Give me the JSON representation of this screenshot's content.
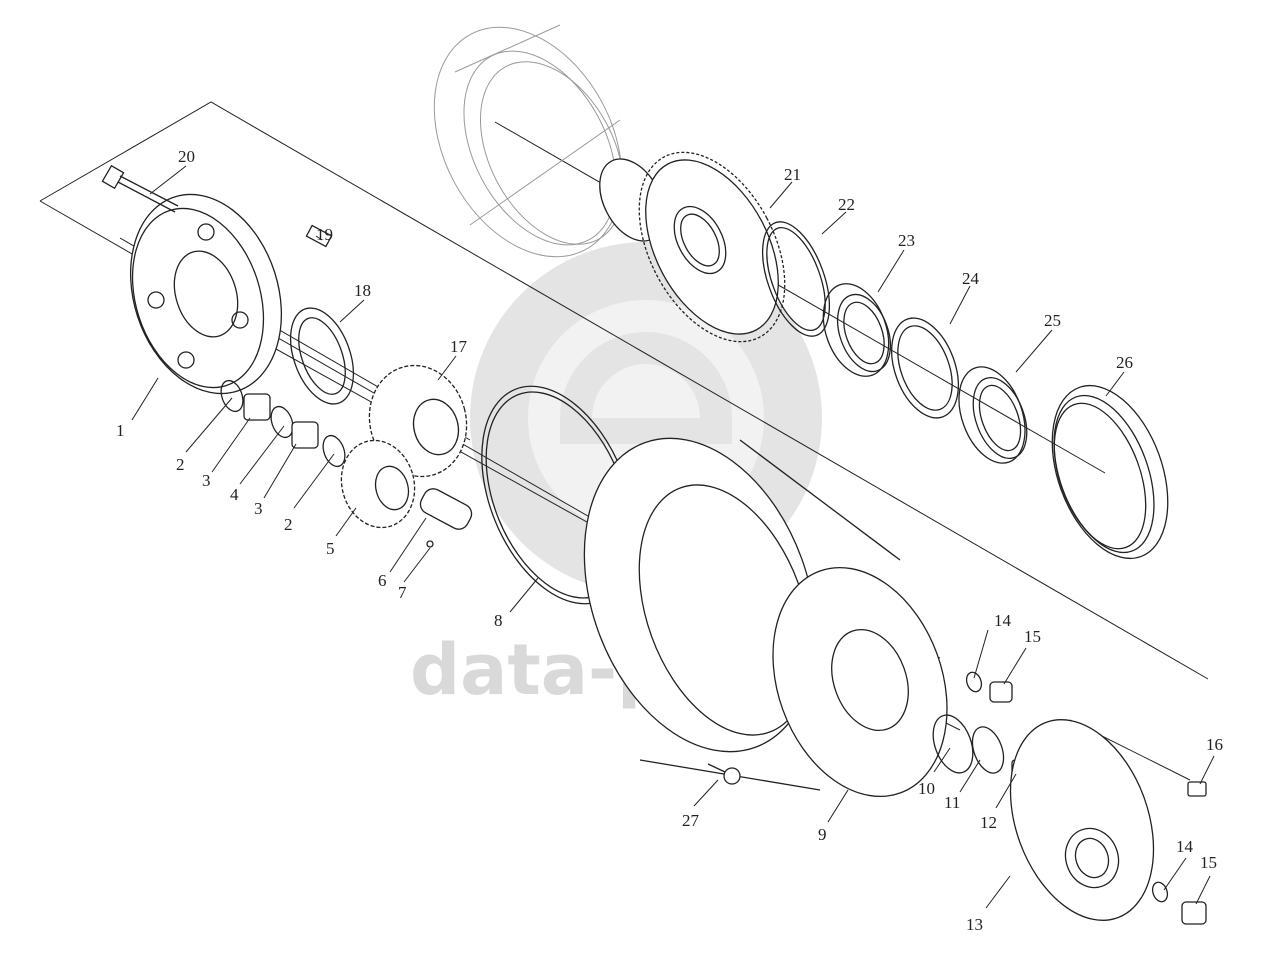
{
  "watermark": {
    "text": "data-parts",
    "color": "#d9d9d9"
  },
  "callouts": [
    {
      "id": "c1",
      "label": "1"
    },
    {
      "id": "c2a",
      "label": "2"
    },
    {
      "id": "c3a",
      "label": "3"
    },
    {
      "id": "c4",
      "label": "4"
    },
    {
      "id": "c3b",
      "label": "3"
    },
    {
      "id": "c2b",
      "label": "2"
    },
    {
      "id": "c5",
      "label": "5"
    },
    {
      "id": "c6",
      "label": "6"
    },
    {
      "id": "c7",
      "label": "7"
    },
    {
      "id": "c8",
      "label": "8"
    },
    {
      "id": "c9",
      "label": "9"
    },
    {
      "id": "c10",
      "label": "10"
    },
    {
      "id": "c11",
      "label": "11"
    },
    {
      "id": "c12",
      "label": "12"
    },
    {
      "id": "c13",
      "label": "13"
    },
    {
      "id": "c14a",
      "label": "14"
    },
    {
      "id": "c15a",
      "label": "15"
    },
    {
      "id": "c14b",
      "label": "14"
    },
    {
      "id": "c15b",
      "label": "15"
    },
    {
      "id": "c16",
      "label": "16"
    },
    {
      "id": "c17",
      "label": "17"
    },
    {
      "id": "c18",
      "label": "18"
    },
    {
      "id": "c19",
      "label": "19"
    },
    {
      "id": "c20",
      "label": "20"
    },
    {
      "id": "c21",
      "label": "21"
    },
    {
      "id": "c22",
      "label": "22"
    },
    {
      "id": "c23",
      "label": "23"
    },
    {
      "id": "c24",
      "label": "24"
    },
    {
      "id": "c25",
      "label": "25"
    },
    {
      "id": "c26",
      "label": "26"
    },
    {
      "id": "c27",
      "label": "27"
    }
  ]
}
